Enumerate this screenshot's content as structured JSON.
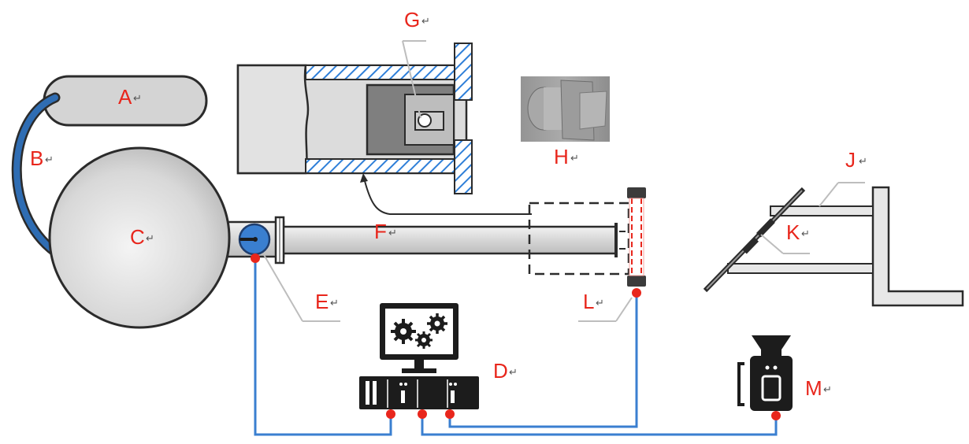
{
  "return_mark": "↵",
  "labels": {
    "A": "A",
    "B": "B",
    "C": "C",
    "D": "D",
    "E": "E",
    "F": "F",
    "G": "G",
    "H": "H",
    "J": "J",
    "K": "K",
    "L": "L",
    "M": "M"
  },
  "colors": {
    "label": "#e8261c",
    "cable": "#3a7fd0",
    "hose": "#2f6db3",
    "hatch": "#2f7fd8",
    "vessel": "#cfcfcf",
    "tube": "#d9d9d9",
    "equipment": "#1c1c1c",
    "connector": "#e8261c"
  },
  "icons": {
    "monitor": "monitor-gears-icon",
    "camera": "high-speed-camera-icon",
    "daq": "data-acquisition-unit-icon"
  }
}
